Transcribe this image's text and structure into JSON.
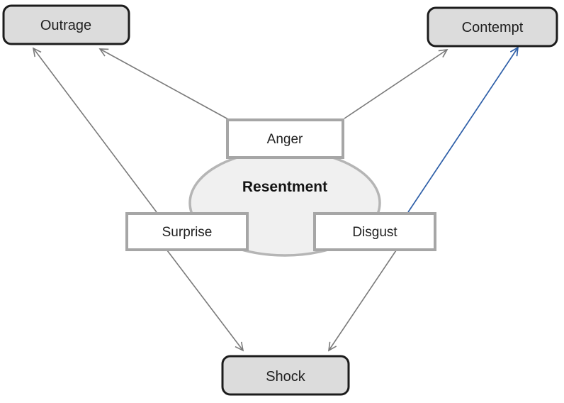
{
  "diagram": {
    "description": "Emotion relationship diagram: Resentment cloud with Anger, Surprise and Disgust leading to Outrage, Contempt and Shock",
    "background_color": "#ffffff",
    "colors": {
      "rounded_node_fill": "#dcdcdc",
      "rounded_node_border": "#1c1c1c",
      "plain_node_fill": "#ffffff",
      "plain_node_border": "#a6a6a6",
      "cloud_fill": "#f0f0f0",
      "cloud_border": "#b5b5b5",
      "arrow_gray": "#7a7a7a",
      "arrow_blue": "#2e5fa8",
      "text": "#1f1f1f"
    },
    "nodes": {
      "outrage": {
        "label": "Outrage",
        "shape": "rounded-rect",
        "style": "gray-filled"
      },
      "contempt": {
        "label": "Contempt",
        "shape": "rounded-rect",
        "style": "gray-filled"
      },
      "anger": {
        "label": "Anger",
        "shape": "rect",
        "style": "white"
      },
      "resentment": {
        "label": "Resentment",
        "shape": "cloud",
        "style": "light-gray"
      },
      "surprise": {
        "label": "Surprise",
        "shape": "rect",
        "style": "white"
      },
      "disgust": {
        "label": "Disgust",
        "shape": "rect",
        "style": "white"
      },
      "shock": {
        "label": "Shock",
        "shape": "rounded-rect",
        "style": "gray-filled"
      }
    },
    "edges": [
      {
        "from": "Surprise",
        "to": "Outrage",
        "color": "gray",
        "arrowhead": "open"
      },
      {
        "from": "Anger",
        "to": "Outrage",
        "color": "gray",
        "arrowhead": "open"
      },
      {
        "from": "Anger",
        "to": "Contempt",
        "color": "gray",
        "arrowhead": "open"
      },
      {
        "from": "Disgust",
        "to": "Contempt",
        "color": "blue",
        "arrowhead": "open"
      },
      {
        "from": "Surprise",
        "to": "Shock",
        "color": "gray",
        "arrowhead": "open"
      },
      {
        "from": "Disgust",
        "to": "Shock",
        "color": "gray",
        "arrowhead": "open"
      }
    ]
  }
}
